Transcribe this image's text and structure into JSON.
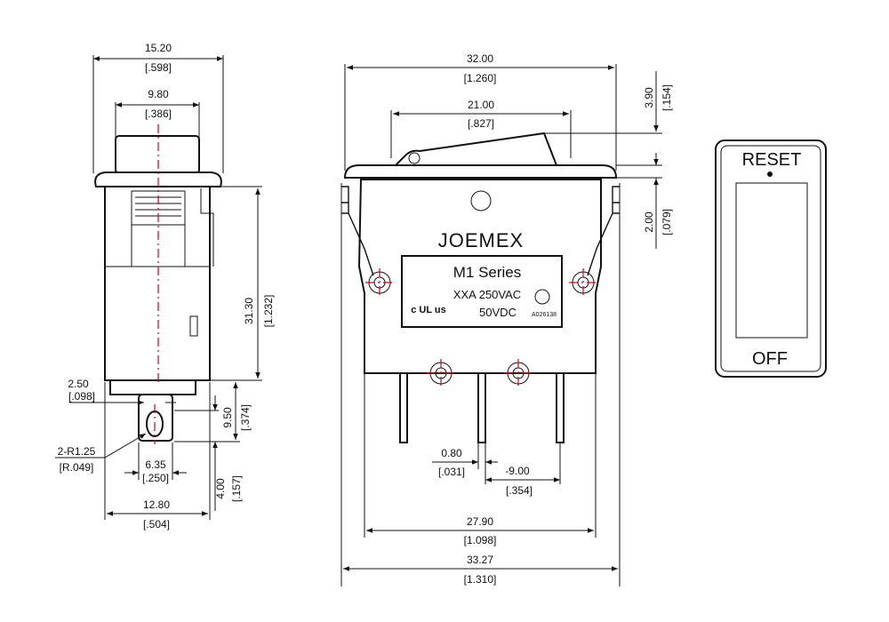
{
  "side_view": {
    "overall_width": "15.20",
    "overall_width_in": "[.598]",
    "button_width": "9.80",
    "button_width_in": "[.386]",
    "height": "31.30",
    "height_in": "[1.232]",
    "offset": "2.50",
    "offset_in": "[.098]",
    "radius": "2-R1.25",
    "radius_in": "[R.049]",
    "terminal_width": "6.35",
    "terminal_width_in": "[.250]",
    "base_width": "12.80",
    "base_width_in": "[.504]",
    "terminal_len": "9.50",
    "terminal_len_in": "[.374]",
    "terminal_tip": "4.00",
    "terminal_tip_in": "[.157]"
  },
  "front_view": {
    "bezel_width": "32.00",
    "bezel_width_in": "[1.260]",
    "rocker_width": "21.00",
    "rocker_width_in": "[.827]",
    "rocker_height": "3.90",
    "rocker_height_in": "[.154]",
    "bezel_thick": "2.00",
    "bezel_thick_in": "[.079]",
    "pin_width": "0.80",
    "pin_width_in": "[.031]",
    "pin_pitch": "-9.00",
    "pin_pitch_in": "[.354]",
    "body_width": "27.90",
    "body_width_in": "[1.098]",
    "cutout_width": "33.27",
    "cutout_width_in": "[1.310]",
    "brand": "JOEMEX",
    "series": "M1  Series",
    "rating_ac": "XXA 250VAC",
    "rating_dc": "50VDC",
    "ul_mark": "c UL us",
    "cert_code": "A026138"
  },
  "top_view": {
    "label_top": "RESET",
    "label_bottom": "OFF"
  }
}
